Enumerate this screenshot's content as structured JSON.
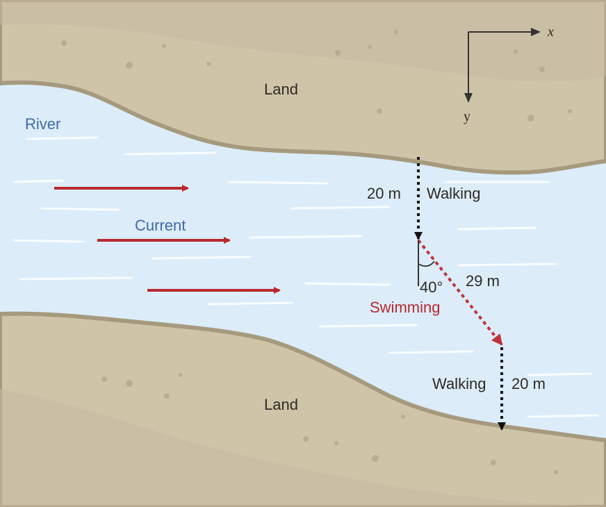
{
  "labels": {
    "land_top": "Land",
    "land_bottom": "Land",
    "river": "River",
    "current": "Current",
    "walking_1_distance": "20 m",
    "walking_1": "Walking",
    "angle": "40°",
    "swim_distance": "29 m",
    "swimming": "Swimming",
    "walking_2": "Walking",
    "walking_2_distance": "20 m"
  },
  "axes": {
    "x": "x",
    "y": "y"
  },
  "colors": {
    "land": "#cfc4a8",
    "land_edge": "#a69a7e",
    "water": "#dcecf8",
    "current_arrow": "#b8292f",
    "walk_path": "#111111",
    "swim_path": "#c0323a",
    "current_label": "#3f6aa8"
  },
  "icons": [
    "current-arrow",
    "walk-path-arrow",
    "swim-path-arrow",
    "axis-arrow"
  ]
}
